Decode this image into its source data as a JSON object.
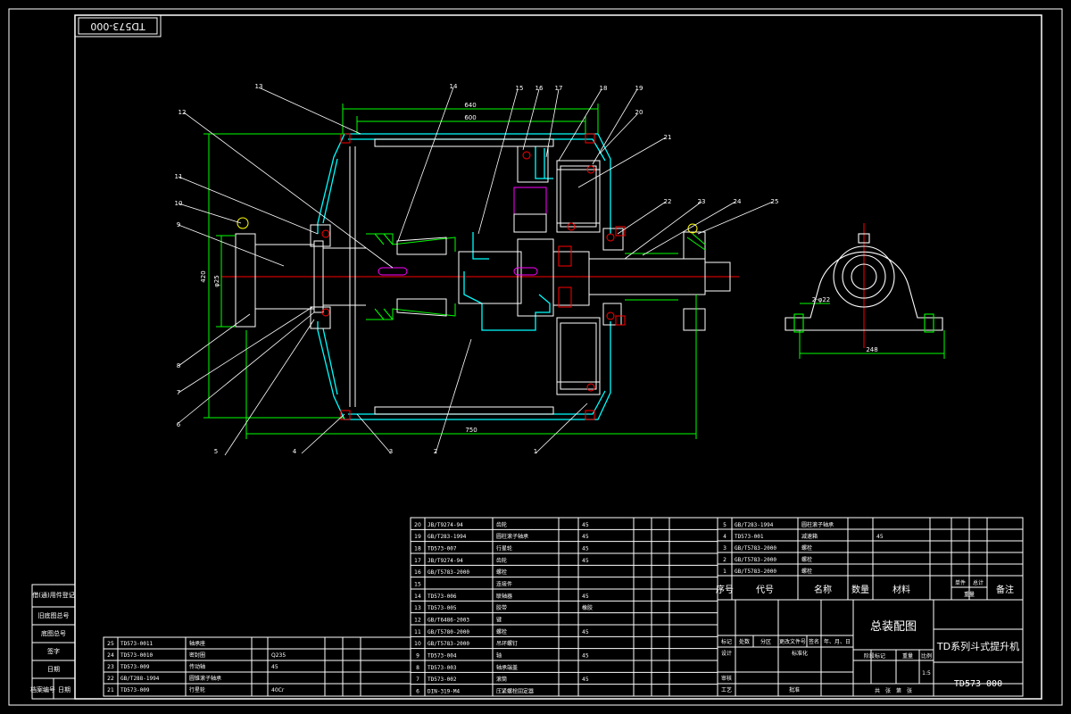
{
  "drawing_number_box": "TD573-000",
  "callouts": [
    "1",
    "2",
    "3",
    "4",
    "5",
    "6",
    "7",
    "8",
    "9",
    "10",
    "11",
    "12",
    "13",
    "14",
    "15",
    "16",
    "17",
    "18",
    "19",
    "20",
    "21",
    "22",
    "23",
    "24",
    "25"
  ],
  "dims": {
    "top1": "640",
    "top2": "600",
    "left_total": "420",
    "left_inner": "φ25",
    "bottom": "750",
    "bearing_w": "248",
    "bearing_h": "2-φ22"
  },
  "bom_left": [
    {
      "no": "25",
      "code": "TD573-0011",
      "name": "轴承座",
      "qty": "",
      "mat": ""
    },
    {
      "no": "24",
      "code": "TD573-0010",
      "name": "密封圈",
      "qty": "",
      "mat": "Q235"
    },
    {
      "no": "23",
      "code": "TD573-009",
      "name": "传动轴",
      "qty": "",
      "mat": "45"
    },
    {
      "no": "22",
      "code": "GB/T288-1994",
      "name": "圆锥滚子轴承",
      "qty": "",
      "mat": ""
    },
    {
      "no": "21",
      "code": "TD573-009",
      "name": "行星轮",
      "qty": "",
      "mat": "40Cr"
    }
  ],
  "bom_mid": [
    {
      "no": "20",
      "code": "JB/T9274-94",
      "name": "齿轮",
      "mat": "45"
    },
    {
      "no": "19",
      "code": "GB/T283-1994",
      "name": "圆柱滚子轴承",
      "mat": "45"
    },
    {
      "no": "18",
      "code": "TD573-007",
      "name": "行星轮",
      "mat": "45"
    },
    {
      "no": "17",
      "code": "JB/T9274-94",
      "name": "齿轮",
      "mat": "45"
    },
    {
      "no": "16",
      "code": "GB/T5783-2000",
      "name": "螺栓",
      "mat": ""
    },
    {
      "no": "15",
      "code": "",
      "name": "连接件",
      "mat": ""
    },
    {
      "no": "14",
      "code": "TD573-006",
      "name": "联轴器",
      "mat": "45"
    },
    {
      "no": "13",
      "code": "TD573-005",
      "name": "胶带",
      "mat": "橡胶"
    },
    {
      "no": "12",
      "code": "GB/T6486-2003",
      "name": "键",
      "mat": ""
    },
    {
      "no": "11",
      "code": "GB/T5780-2000",
      "name": "螺栓",
      "mat": "45"
    },
    {
      "no": "10",
      "code": "GB/T5783-2000",
      "name": "吊环螺钉",
      "mat": ""
    },
    {
      "no": "9",
      "code": "TD573-004",
      "name": "轴",
      "mat": "45"
    },
    {
      "no": "8",
      "code": "TD573-003",
      "name": "轴承端盖",
      "mat": ""
    },
    {
      "no": "7",
      "code": "TD573-002",
      "name": "滚筒",
      "mat": "45"
    },
    {
      "no": "6",
      "code": "DIN-319-M4",
      "name": "压紧螺栓固定器",
      "mat": ""
    }
  ],
  "bom_right": [
    {
      "no": "5",
      "code": "GB/T283-1994",
      "name": "圆柱滚子轴承",
      "mat": ""
    },
    {
      "no": "4",
      "code": "TD573-001",
      "name": "减速箱",
      "mat": "45"
    },
    {
      "no": "3",
      "code": "GB/T5783-2000",
      "name": "螺栓",
      "mat": ""
    },
    {
      "no": "2",
      "code": "GB/T5783-2000",
      "name": "螺栓",
      "mat": ""
    },
    {
      "no": "1",
      "code": "GB/T5783-2000",
      "name": "螺栓",
      "mat": ""
    }
  ],
  "bom_header": {
    "no": "序号",
    "code": "代号",
    "name": "名称",
    "qty": "数量",
    "mat": "材料",
    "unit": "单件",
    "total": "总计",
    "weight": "重量",
    "remark": "备注"
  },
  "title_block": {
    "drawing_name": "总装配图",
    "product": "TD系列斗式提升机",
    "drawing_no": "TD573-000",
    "row_labels": [
      "标记",
      "处数",
      "分区",
      "更改文件号",
      "签名",
      "年、月、日"
    ],
    "design": "设计",
    "standard": "标准化",
    "review": "审核",
    "process": "工艺",
    "approve": "批准",
    "stage": "阶段标记",
    "weight": "重量",
    "scale": "比例",
    "scale_val": "1:5",
    "sheets": "共　张　第　张"
  },
  "left_strip": [
    "借(通)用件登记",
    "旧底图总号",
    "底图总号",
    "签字",
    "日期"
  ],
  "left_strip_bottom": [
    "档案编号",
    "日期"
  ]
}
